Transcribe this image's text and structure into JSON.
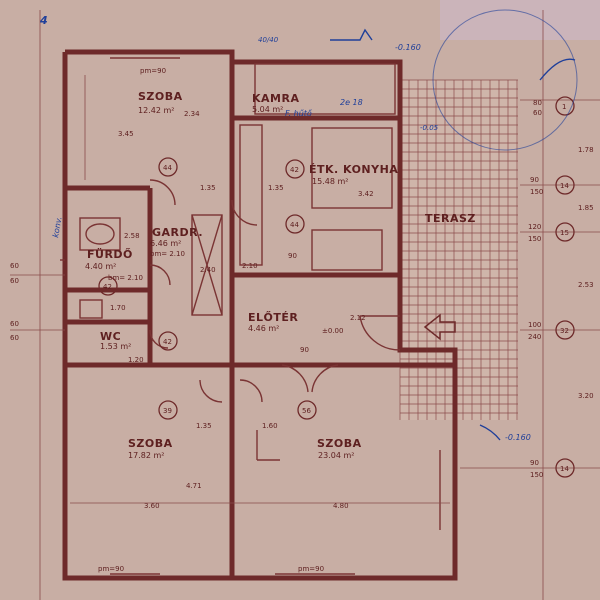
{
  "rooms": {
    "szoba_top": {
      "name": "SZOBA",
      "area": "12.42 m²",
      "sill": "pm=90"
    },
    "kamra": {
      "name": "KAMRA",
      "area": "5.04 m²"
    },
    "etk_konyha": {
      "name": "ÉTK. KONYHA",
      "area": "15.48 m²"
    },
    "gardr": {
      "name": "GARDR.",
      "area": "6.46 m²",
      "sill": "bm= 2.10"
    },
    "furdo": {
      "name": "FÜRDŐ",
      "area": "4.40 m²",
      "sill": "bm= 2.10"
    },
    "wc": {
      "name": "WC",
      "area": "1.53 m²"
    },
    "eloter": {
      "name": "ELŐTÉR",
      "area": "4.46 m²",
      "level": "±0.00"
    },
    "terasz": {
      "name": "TERASZ"
    },
    "szoba_left": {
      "name": "SZOBA",
      "area": "17.82 m²",
      "sill": "pm=90"
    },
    "szoba_right": {
      "name": "SZOBA",
      "area": "23.04 m²",
      "sill": "pm=90"
    }
  },
  "door_tags": {
    "t44a": "44",
    "t42a": "42",
    "t44b": "44",
    "t42b": "42",
    "t42c": "42",
    "t39": "39",
    "t56": "56"
  },
  "axis_tags": {
    "a1": "1",
    "a14a": "14",
    "a15": "15",
    "a32": "32",
    "a14b": "14"
  },
  "dims": {
    "d345": "3.45",
    "d234": "2.34",
    "d135a": "1.35",
    "d135b": "1.35",
    "d342": "3.42",
    "d253": "2.53",
    "d360": "3.60",
    "d480": "4.80",
    "d471": "4.71",
    "d320": "3.20",
    "d212": "2.12",
    "d185": "1.85",
    "d178": "1.78",
    "d160": "1.60",
    "d135c": "1.35",
    "d170": "1.70",
    "d258": "2.58",
    "d120": "1.20",
    "d90a": "90",
    "d90b": "90",
    "d240": "2.40",
    "d210": "2.10"
  },
  "side_labels": {
    "l60a": "60",
    "l60b": "60",
    "l60c": "60",
    "l60d": "60",
    "r80": "80",
    "r60": "60",
    "r90a": "90",
    "r150a": "150",
    "r120": "120",
    "r150b": "150",
    "r100": "100",
    "r240": "240",
    "r90b": "90",
    "r150c": "150"
  },
  "annotations": {
    "level1": "-0.05",
    "level2": "-0.160",
    "level3": "-0.160",
    "top_note": "40/40",
    "kamra_note": "F. hűtő",
    "kamra_note2": "2e 18",
    "side_note": "konv.",
    "stairs": "4"
  }
}
